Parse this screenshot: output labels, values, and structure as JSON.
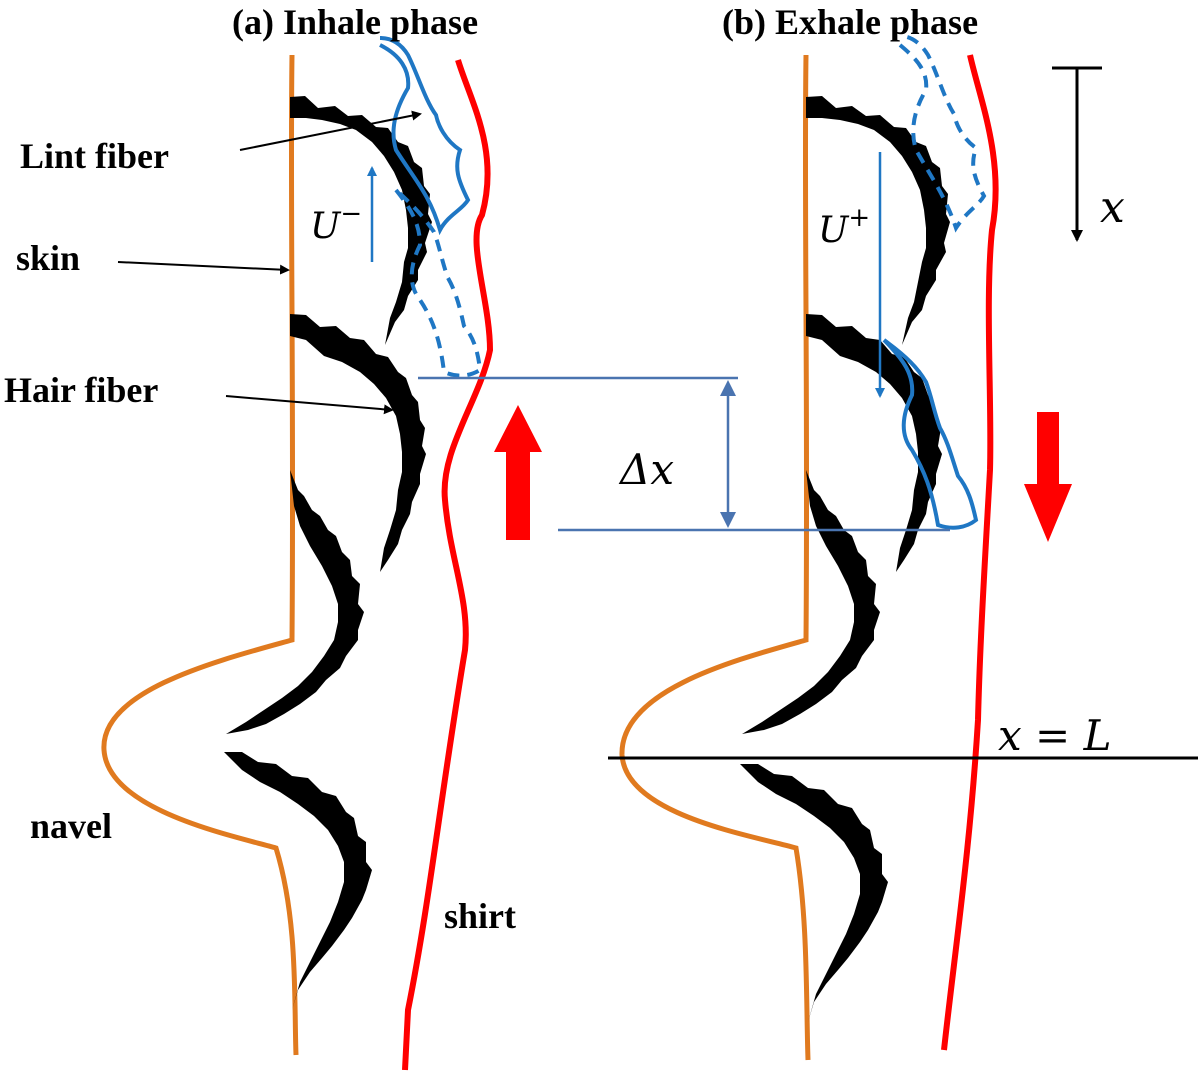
{
  "panels": {
    "a_title": "(a) Inhale phase",
    "b_title": "(b) Exhale phase"
  },
  "labels": {
    "lint_fiber": "Lint fiber",
    "skin": "skin",
    "hair_fiber": "Hair fiber",
    "navel": "navel",
    "shirt": "shirt"
  },
  "math": {
    "u_minus_base": "U",
    "u_minus_sup": "−",
    "u_plus_base": "U",
    "u_plus_sup": "+",
    "delta_x": "Δx",
    "x_axis": "x",
    "x_eq_L": "x = L"
  },
  "colors": {
    "skin": "#E07A1F",
    "shirt": "#FF0000",
    "lint": "#1F77C4",
    "dimension": "#4A74B0",
    "hair": "#000000"
  }
}
